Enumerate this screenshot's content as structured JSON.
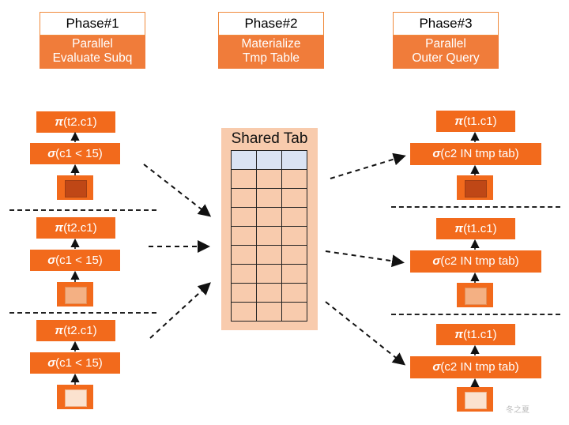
{
  "phases": [
    {
      "title": "Phase#1",
      "desc": "Parallel\nEvaluate Subq"
    },
    {
      "title": "Phase#2",
      "desc": "Materialize\nTmp Table"
    },
    {
      "title": "Phase#3",
      "desc": "Parallel\nOuter Query"
    }
  ],
  "left_ops": {
    "project_sym": "π",
    "project_arg": "(t2.c1)",
    "select_sym": "σ",
    "select_arg": "(c1 < 15)"
  },
  "right_ops": {
    "project_sym": "π",
    "project_arg": "(t1.c1)",
    "select_sym": "σ",
    "select_arg": "(c2 IN tmp tab)"
  },
  "shared_table": {
    "title": "Shared Tab",
    "columns": 3,
    "rows": 9
  },
  "colors": {
    "operator": "#f26a1c",
    "phase_desc": "#f07c3a",
    "shared_bg": "#f8cbad",
    "header_row": "#dae3f3"
  },
  "watermark": "冬之夏"
}
